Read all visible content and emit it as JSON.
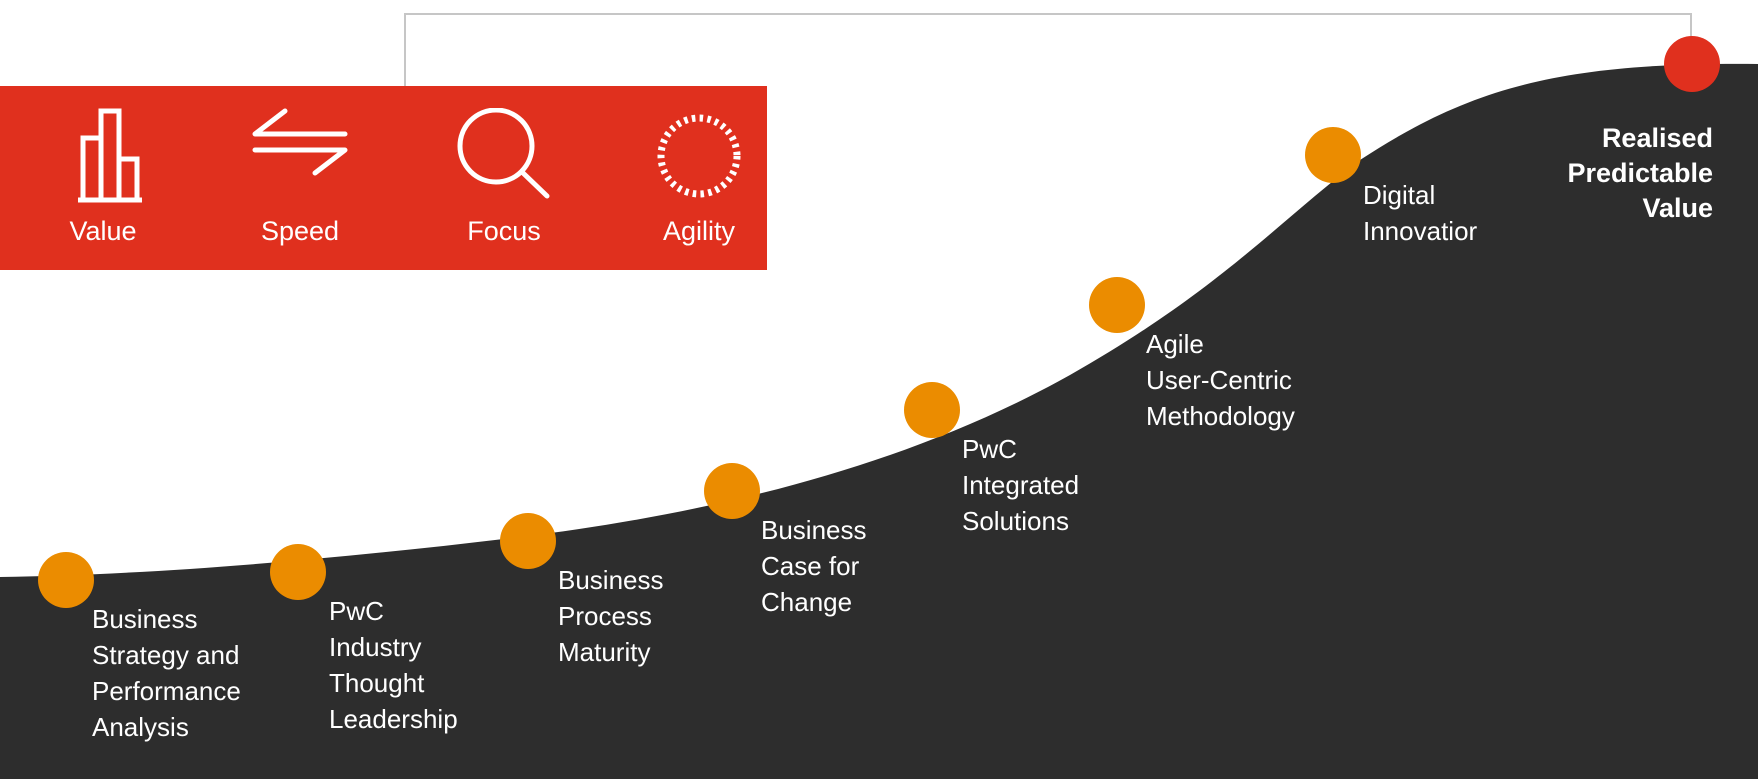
{
  "pillars": [
    {
      "label": "Value",
      "icon": "bar-chart-icon"
    },
    {
      "label": "Speed",
      "icon": "swap-arrows-icon"
    },
    {
      "label": "Focus",
      "icon": "magnifier-icon"
    },
    {
      "label": "Agility",
      "icon": "dashed-circle-icon"
    }
  ],
  "stages": [
    {
      "label": "Business\nStrategy and\nPerformance\nAnalysis"
    },
    {
      "label": "PwC\nIndustry\nThought\nLeadership"
    },
    {
      "label": "Business\nProcess\nMaturity"
    },
    {
      "label": "Business\nCase for\nChange"
    },
    {
      "label": "PwC\nIntegrated\nSolutions"
    },
    {
      "label": "Agile\nUser-Centric\nMethodology"
    },
    {
      "label": "Digital\nInnovatior"
    }
  ],
  "goal": {
    "label": "Realised\nPredictable\nValue"
  },
  "colors": {
    "red": "#e0301e",
    "dark": "#2d2d2d",
    "orange": "#eb8c00",
    "goal_red": "#e0301e",
    "bracket": "#c6c6c6"
  }
}
